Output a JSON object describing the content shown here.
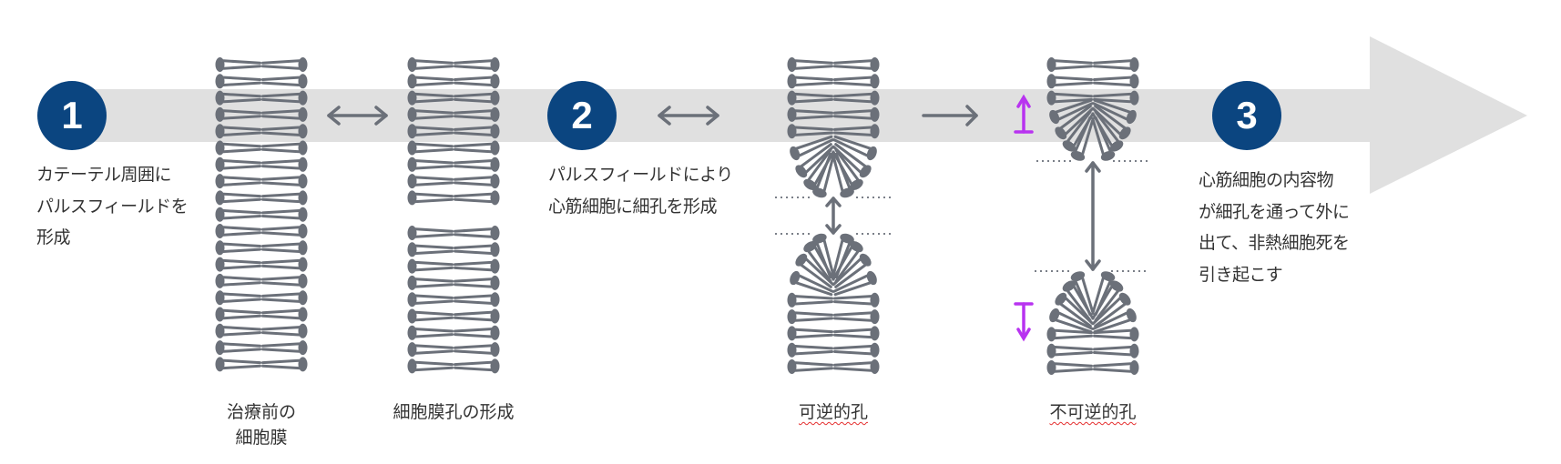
{
  "colors": {
    "band": "#e0e0e0",
    "step_circle": "#0b4580",
    "lipid": "#6b7079",
    "shift_arrow": "#b833f0",
    "text": "#333333"
  },
  "steps": [
    {
      "number": "1",
      "lines": [
        "カテーテル周囲に",
        "パルスフィールドを",
        "形成"
      ]
    },
    {
      "number": "2",
      "lines": [
        "パルスフィールドにより",
        "心筋細胞に細孔を形成"
      ]
    },
    {
      "number": "3",
      "lines": [
        "心筋細胞の内容物",
        "が細孔を通って外に",
        "出て、非熱細胞死を",
        "引き起こす"
      ]
    }
  ],
  "membranes": [
    {
      "label_lines": [
        "治療前の",
        "細胞膜"
      ]
    },
    {
      "label_lines": [
        "細胞膜孔の形成"
      ]
    },
    {
      "label_lines": [
        "可逆的孔"
      ]
    },
    {
      "label_lines": [
        "不可逆的孔"
      ]
    }
  ]
}
